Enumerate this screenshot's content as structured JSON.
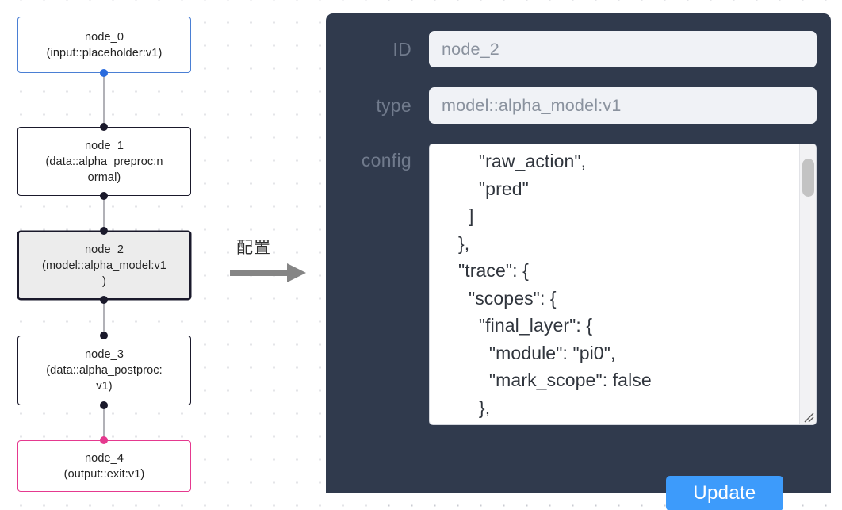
{
  "canvas": {
    "nodes": [
      {
        "name": "node_0",
        "type_line": "(input::placeholder:v1)",
        "role": "input",
        "selected": false
      },
      {
        "name": "node_1",
        "type_line": "(data::alpha_preproc:n",
        "type_line2": "ormal)",
        "role": "default",
        "selected": false
      },
      {
        "name": "node_2",
        "type_line": "(model::alpha_model:v1",
        "type_line2": ")",
        "role": "default",
        "selected": true
      },
      {
        "name": "node_3",
        "type_line": "(data::alpha_postproc:",
        "type_line2": "v1)",
        "role": "default",
        "selected": false
      },
      {
        "name": "node_4",
        "type_line": "(output::exit:v1)",
        "role": "output",
        "selected": false
      }
    ],
    "colors": {
      "input_border": "#4a7fd4",
      "output_border": "#e5398f",
      "node_border": "#1a192b",
      "selected_fill": "#ececec",
      "edge": "#b1b1b7",
      "dot_grid": "#c9cbd2"
    }
  },
  "annotation": {
    "label": "配置",
    "arrow_icon": "right-arrow-icon",
    "arrow_color": "#808080"
  },
  "inspector": {
    "panel_color": "#303a4d",
    "fields": {
      "id": {
        "label": "ID",
        "value": "node_2",
        "placeholder": "node_2"
      },
      "type": {
        "label": "type",
        "value": "model::alpha_model:v1",
        "placeholder": "model::alpha_model:v1"
      },
      "config": {
        "label": "config",
        "value": "        \"raw_action\",\n        \"pred\"\n      ]\n    },\n    \"trace\": {\n      \"scopes\": {\n        \"final_layer\": {\n          \"module\": \"pi0\",\n          \"mark_scope\": false\n        },\n        \"action_model\": {",
        "scrollbar": "vertical-scrollbar",
        "resize_handle": "resize-grip-icon"
      }
    },
    "update_button": {
      "label": "Update",
      "color": "#3d9bfb"
    }
  }
}
